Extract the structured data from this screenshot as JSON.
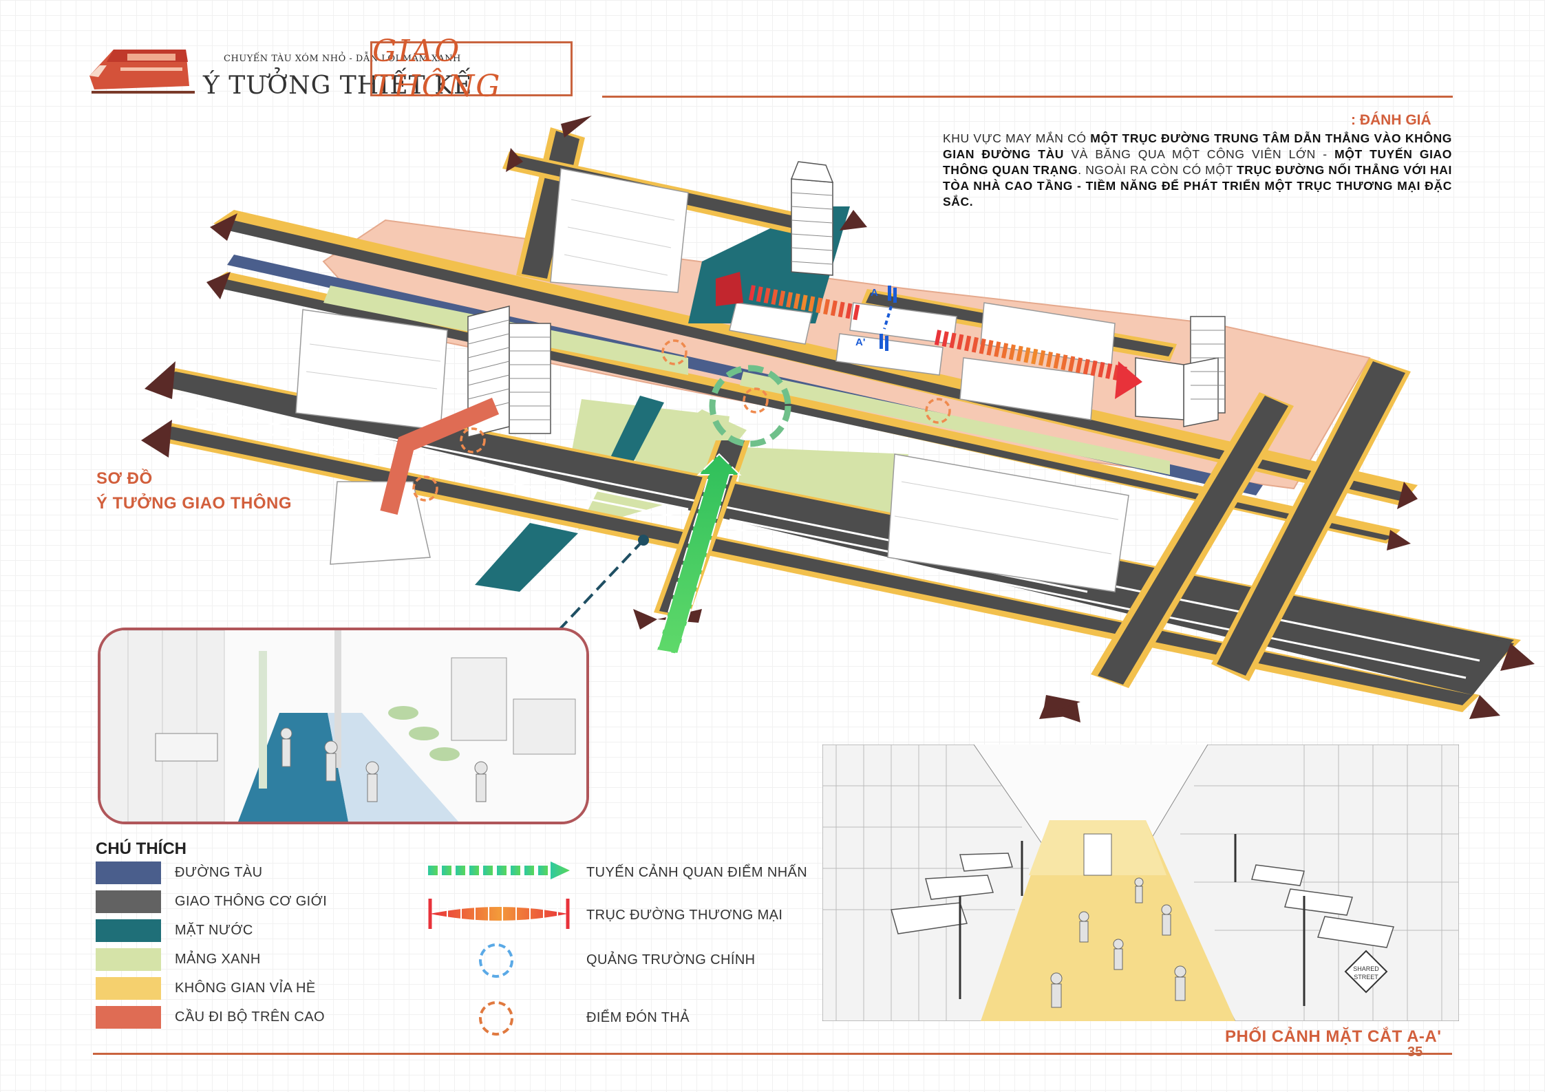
{
  "header": {
    "subtitle": "CHUYẾN TÀU XÓM NHỎ - DẪN LỐI MẦM XANH",
    "design_title": "Ý TƯỞNG THIẾT KẾ",
    "section_title": "GIAO THÔNG"
  },
  "evaluation": {
    "heading": ": ĐÁNH GIÁ",
    "parts": [
      {
        "text": "Khu vực may mắn có ",
        "bold": false
      },
      {
        "text": "một trục đường trung tâm dẫn thẳng vào không gian đường tàu",
        "bold": true
      },
      {
        "text": " và băng qua một công viên lớn - ",
        "bold": false
      },
      {
        "text": "Một tuyến giao thông quan trạng",
        "bold": true
      },
      {
        "text": ". Ngoài ra còn có một ",
        "bold": false
      },
      {
        "text": "trục đường nối thẳng với hai tòa nhà cao tầng - Tiềm năng để phát triển một trục thương mại đặc sắc.",
        "bold": true
      }
    ]
  },
  "map": {
    "label_line1": "SƠ ĐỒ",
    "label_line2": "Ý TƯỞNG GIAO THÔNG",
    "section_marker": "A",
    "section_marker_2": "A'"
  },
  "legend": {
    "title": "CHÚ THÍCH",
    "swatches": [
      {
        "label": "ĐƯỜNG TÀU",
        "color": "#4a5e8c"
      },
      {
        "label": "GIAO THÔNG CƠ GIỚI",
        "color": "#626262"
      },
      {
        "label": "MẶT NƯỚC",
        "color": "#1f6f78"
      },
      {
        "label": "MẢNG XANH",
        "color": "#d5e3a8"
      },
      {
        "label": "KHÔNG GIAN VỈA HÈ",
        "color": "#f5d06e"
      },
      {
        "label": "CẦU ĐI BỘ TRÊN CAO",
        "color": "#df6c54"
      }
    ],
    "symbols": [
      {
        "label": "TUYẾN CẢNH QUAN ĐIỂM NHẤN",
        "icon": "green-dashed-arrow"
      },
      {
        "label": "TRỤC ĐƯỜNG THƯƠNG MẠI",
        "icon": "red-orange-zigzag"
      },
      {
        "label": "QUẢNG TRƯỜNG CHÍNH",
        "icon": "blue-dashed-circle"
      },
      {
        "label": "ĐIỂM ĐÓN THẢ",
        "icon": "orange-dashed-circle"
      }
    ]
  },
  "perspective": {
    "label": "PHỐI CẢNH MẶT CẮT A-A'",
    "sign_text_1": "SHARED",
    "sign_text_2": "STREET"
  },
  "page_number": "35",
  "colors": {
    "accent": "#c9633e",
    "road": "#4d4d4d",
    "sidewalk": "#f2c04d",
    "railway": "#4a5e8c",
    "water": "#1f6f78",
    "green": "#d5e3a8",
    "plaza": "#f6c7b0",
    "bridge": "#df6c54"
  }
}
